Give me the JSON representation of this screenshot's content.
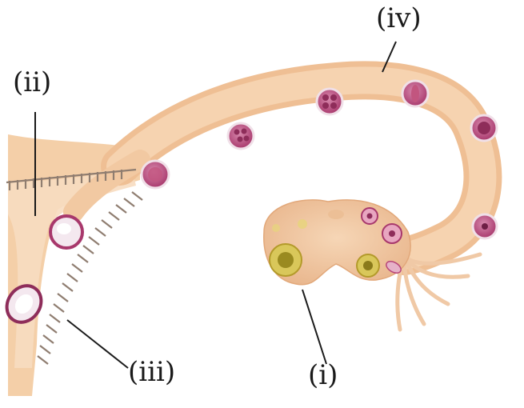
{
  "labels": {
    "i": "(i)",
    "ii": "(ii)",
    "iii": "(iii)",
    "iv": "(iv)"
  },
  "colors": {
    "tissue": "#f3c9a0",
    "tissue_edge": "#e2a87a",
    "endometrium": "#9c8a7c",
    "ovary": "#f0c6a0",
    "embryo": "#b8467a",
    "embryo_dark": "#8e2d5a",
    "follicle_yellow": "#c9b43a",
    "leader_line": "#1a1a1a"
  },
  "icons": [
    "oocyte-icon",
    "zygote-icon",
    "morula-icon",
    "blastocyst-icon",
    "follicle-icon"
  ]
}
